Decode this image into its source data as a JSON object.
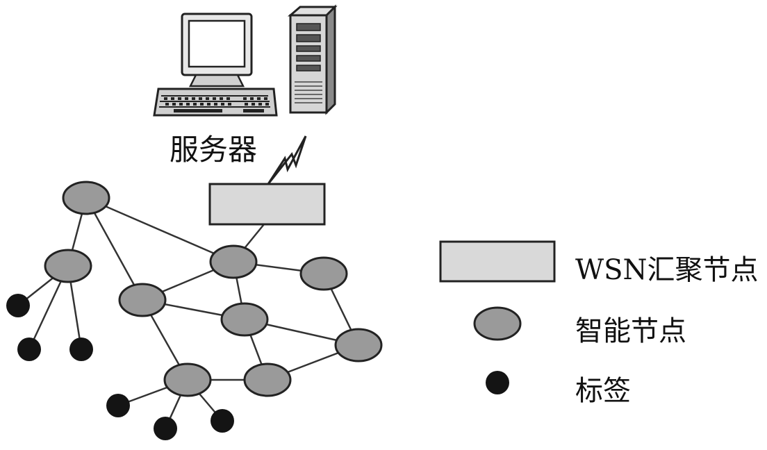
{
  "server": {
    "label": "服务器",
    "icons": [
      "desktop-computer-icon",
      "tower-server-icon"
    ]
  },
  "legend": {
    "sink_label": "WSN汇聚节点",
    "node_label": "智能节点",
    "tag_label": "标签"
  },
  "colors": {
    "sink_fill": "#d9d9d9",
    "node_fill": "#9a9a9a",
    "tag_fill": "#141414",
    "line": "#333333"
  }
}
